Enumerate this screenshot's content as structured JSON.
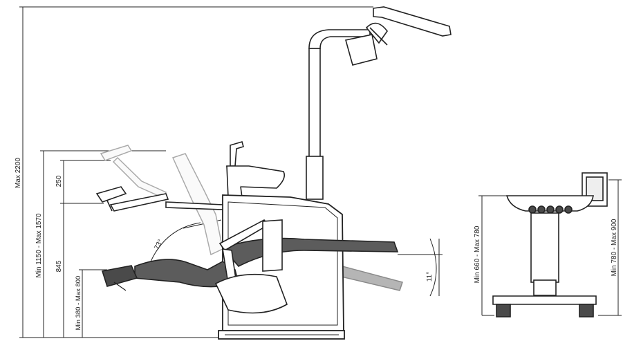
{
  "dimensions": {
    "max_height": "Max 2200",
    "side_panel_height": "Min 1150 - Max 1570",
    "headrest_travel": "250",
    "bowl_height": "845",
    "seat_height": "Min 380 - Max 800",
    "backrest_angle": "73°",
    "seat_tilt_angle": "11°",
    "cart_height": "Min 660 - Max 780",
    "cart_monitor_height": "Min 780 - Max 900"
  },
  "colors": {
    "line": "#222222",
    "chair_fill": "#5c5c5c",
    "chair_alt_fill": "#b5b5b5",
    "ghost_line": "#aaaaaa",
    "pad": "#4a4a4a"
  }
}
